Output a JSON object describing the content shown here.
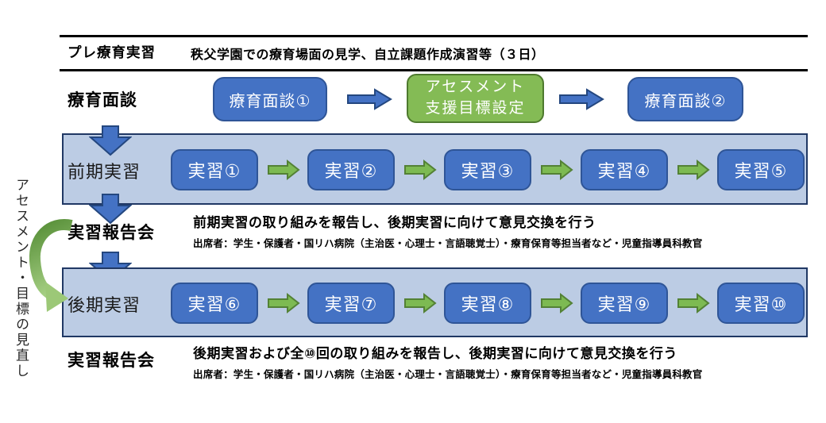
{
  "header": {
    "label": "プレ療育実習",
    "description": "秩父学園での療育場面の見学、自立課題作成演習等（３日）"
  },
  "interview_row": {
    "label": "療育面談",
    "step1": "療育面談①",
    "assessment": {
      "line1": "アセスメント",
      "line2": "支援目標設定"
    },
    "step2": "療育面談②"
  },
  "early_band": {
    "label": "前期実習",
    "sessions": [
      "実習①",
      "実習②",
      "実習③",
      "実習④",
      "実習⑤"
    ]
  },
  "report1": {
    "label": "実習報告会",
    "summary": "前期実習の取り組みを報告し、後期実習に向けて意見交換を行う",
    "attendees": "出席者：学生・保護者・国リハ病院（主治医・心理士・言語聴覚士）・療育保育等担当者など・児童指導員科教官"
  },
  "late_band": {
    "label": "後期実習",
    "sessions": [
      "実習⑥",
      "実習⑦",
      "実習⑧",
      "実習⑨",
      "実習⑩"
    ]
  },
  "report2": {
    "label": "実習報告会",
    "summary": "後期実習および全⑩回の取り組みを報告し、後期実習に向けて意見交換を行う",
    "attendees": "出席者：学生・保護者・国リハ病院（主治医・心理士・言語聴覚士）・療育保育等担当者など・児童指導員科教官"
  },
  "side_note": {
    "label": "アセスメント・目標の見直し"
  },
  "icons": {
    "flow_arrow_blue": "right-block-arrow",
    "flow_arrow_green": "right-block-arrow",
    "down_arrow": "down-block-arrow",
    "cycle_arrow": "curved-cycle-arrow"
  },
  "colors": {
    "node_blue": "#4472C4",
    "node_blue_border": "#2F5597",
    "band_fill": "#BCCCE4",
    "band_border": "#203864",
    "node_green": "#84BB55",
    "node_green_border": "#4E7A2E",
    "arrow_green": "#7DBA52",
    "arrow_green_border": "#538135",
    "cycle_arrow_dark": "#578F38",
    "cycle_arrow_light": "#A4CE82",
    "rule_black": "#000000"
  }
}
